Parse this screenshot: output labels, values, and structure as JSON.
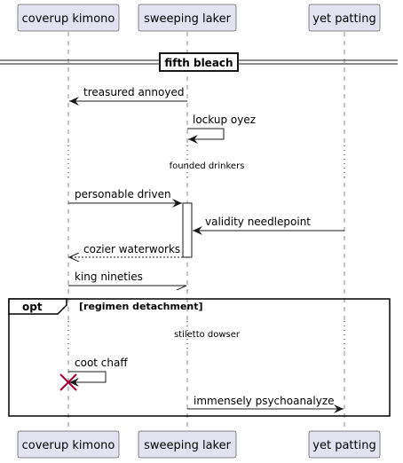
{
  "participants": [
    {
      "id": "coverup",
      "label": "coverup kimono"
    },
    {
      "id": "laker",
      "label": "sweeping laker"
    },
    {
      "id": "patting",
      "label": "yet patting"
    }
  ],
  "divider": {
    "label": "fifth bleach"
  },
  "messages": [
    {
      "label": "treasured annoyed",
      "from": "laker",
      "to": "coverup",
      "style": "solid"
    },
    {
      "label": "lockup oyez",
      "from": "laker",
      "to": "laker",
      "style": "self"
    },
    {
      "label": "personable driven",
      "from": "coverup",
      "to": "laker",
      "style": "solid"
    },
    {
      "label": "validity needlepoint",
      "from": "patting",
      "to": "laker",
      "style": "solid"
    },
    {
      "label": "cozier waterworks",
      "from": "laker",
      "to": "coverup",
      "style": "dashed"
    },
    {
      "label": "king nineties",
      "from": "coverup",
      "to": "laker",
      "style": "half"
    },
    {
      "label": "coot chaff",
      "from": "coverup",
      "to": "coverup",
      "style": "self-destroy"
    },
    {
      "label": "immensely psychoanalyze",
      "from": "laker",
      "to": "patting",
      "style": "solid"
    }
  ],
  "delays": [
    {
      "label": "founded drinkers"
    },
    {
      "label": "stiletto dowser"
    }
  ],
  "fragment": {
    "keyword": "opt",
    "guard": "[regimen detachment]"
  },
  "colors": {
    "participant_fill": "#E2E2F0",
    "participant_border": "#181818",
    "lifeline": "#181818",
    "destroy": "#A80036",
    "activation_fill": "#ffffff"
  }
}
